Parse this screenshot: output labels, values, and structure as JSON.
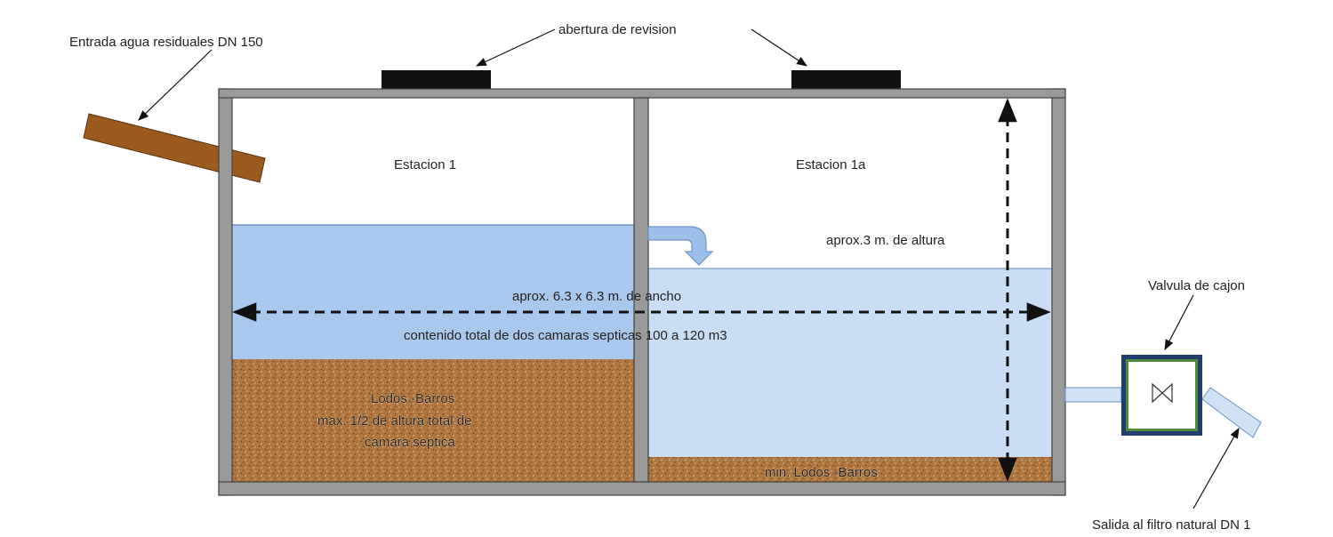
{
  "labels": {
    "inlet": "Entrada agua residuales DN 150",
    "inspection_opening": "abertura de revision",
    "chamber1": "Estacion 1",
    "chamber1a": "Estacion 1a",
    "height": "aprox.3 m. de altura",
    "width": "aprox. 6.3 x 6.3 m. de ancho",
    "total_content": "contenido total de dos camaras septicas 100 a 120 m3",
    "sludge_line1": "Lodos -Barros",
    "sludge_line2": "max. 1/2 de altura total de",
    "sludge_line3": "camara septica",
    "min_sludge": "min. Lodos -Barros",
    "valve": "Valvula de cajon",
    "outlet": "Salida al filtro natural DN 1"
  },
  "colors": {
    "wall": "#9a9a9a",
    "wall_stroke": "#444444",
    "water_chamber1": "#a9c8ee",
    "water_chamber1a": "#c9def6",
    "sludge": "#b07840",
    "inlet_pipe": "#9b5a1e",
    "access_cover": "#111111",
    "valve_frame": "#1f3e6e",
    "valve_inner": "#4f8a3a",
    "outlet_pipe": "#cfe1f5"
  },
  "icons": {
    "valve_symbol": "gate-valve-icon"
  }
}
